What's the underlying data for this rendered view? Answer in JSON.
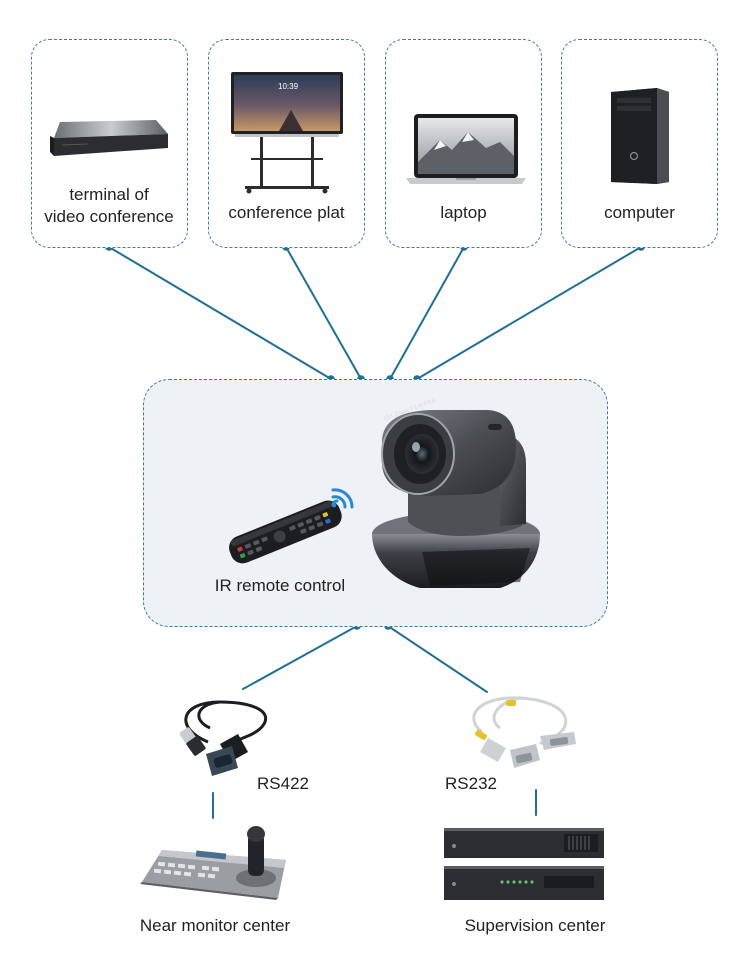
{
  "devices": {
    "terminal": {
      "label_line1": "terminal of",
      "label_line2": "video conference"
    },
    "conference_plat": {
      "label": "conference plat",
      "screen_time": "10:39"
    },
    "laptop": {
      "label": "laptop"
    },
    "computer": {
      "label": "computer"
    }
  },
  "camera": {
    "remote_label": "IR remote control",
    "lens_text": "10X Zoom F1.6-F3.0"
  },
  "control": {
    "rs422_label": "RS422",
    "rs232_label": "RS232",
    "near_monitor_label": "Near monitor center",
    "supervision_label": "Supervision center"
  },
  "colors": {
    "line": "#1f6f97",
    "node": "#1f6f97",
    "dashed_border": "#3a7ca8",
    "camera_panel": "#eef1f5",
    "wifi": "#2a87d0"
  },
  "icons": {
    "terminal": "video-conference-terminal-icon",
    "conference_plat": "interactive-display-icon",
    "laptop": "laptop-icon",
    "computer": "desktop-tower-icon",
    "remote": "ir-remote-icon",
    "wifi": "wireless-signal-icon",
    "camera": "ptz-camera-icon",
    "rs422": "usb-rs422-cable-icon",
    "rs232": "rs232-cable-icon",
    "keyboard": "ptz-joystick-keyboard-icon",
    "rack": "rack-server-icon"
  }
}
